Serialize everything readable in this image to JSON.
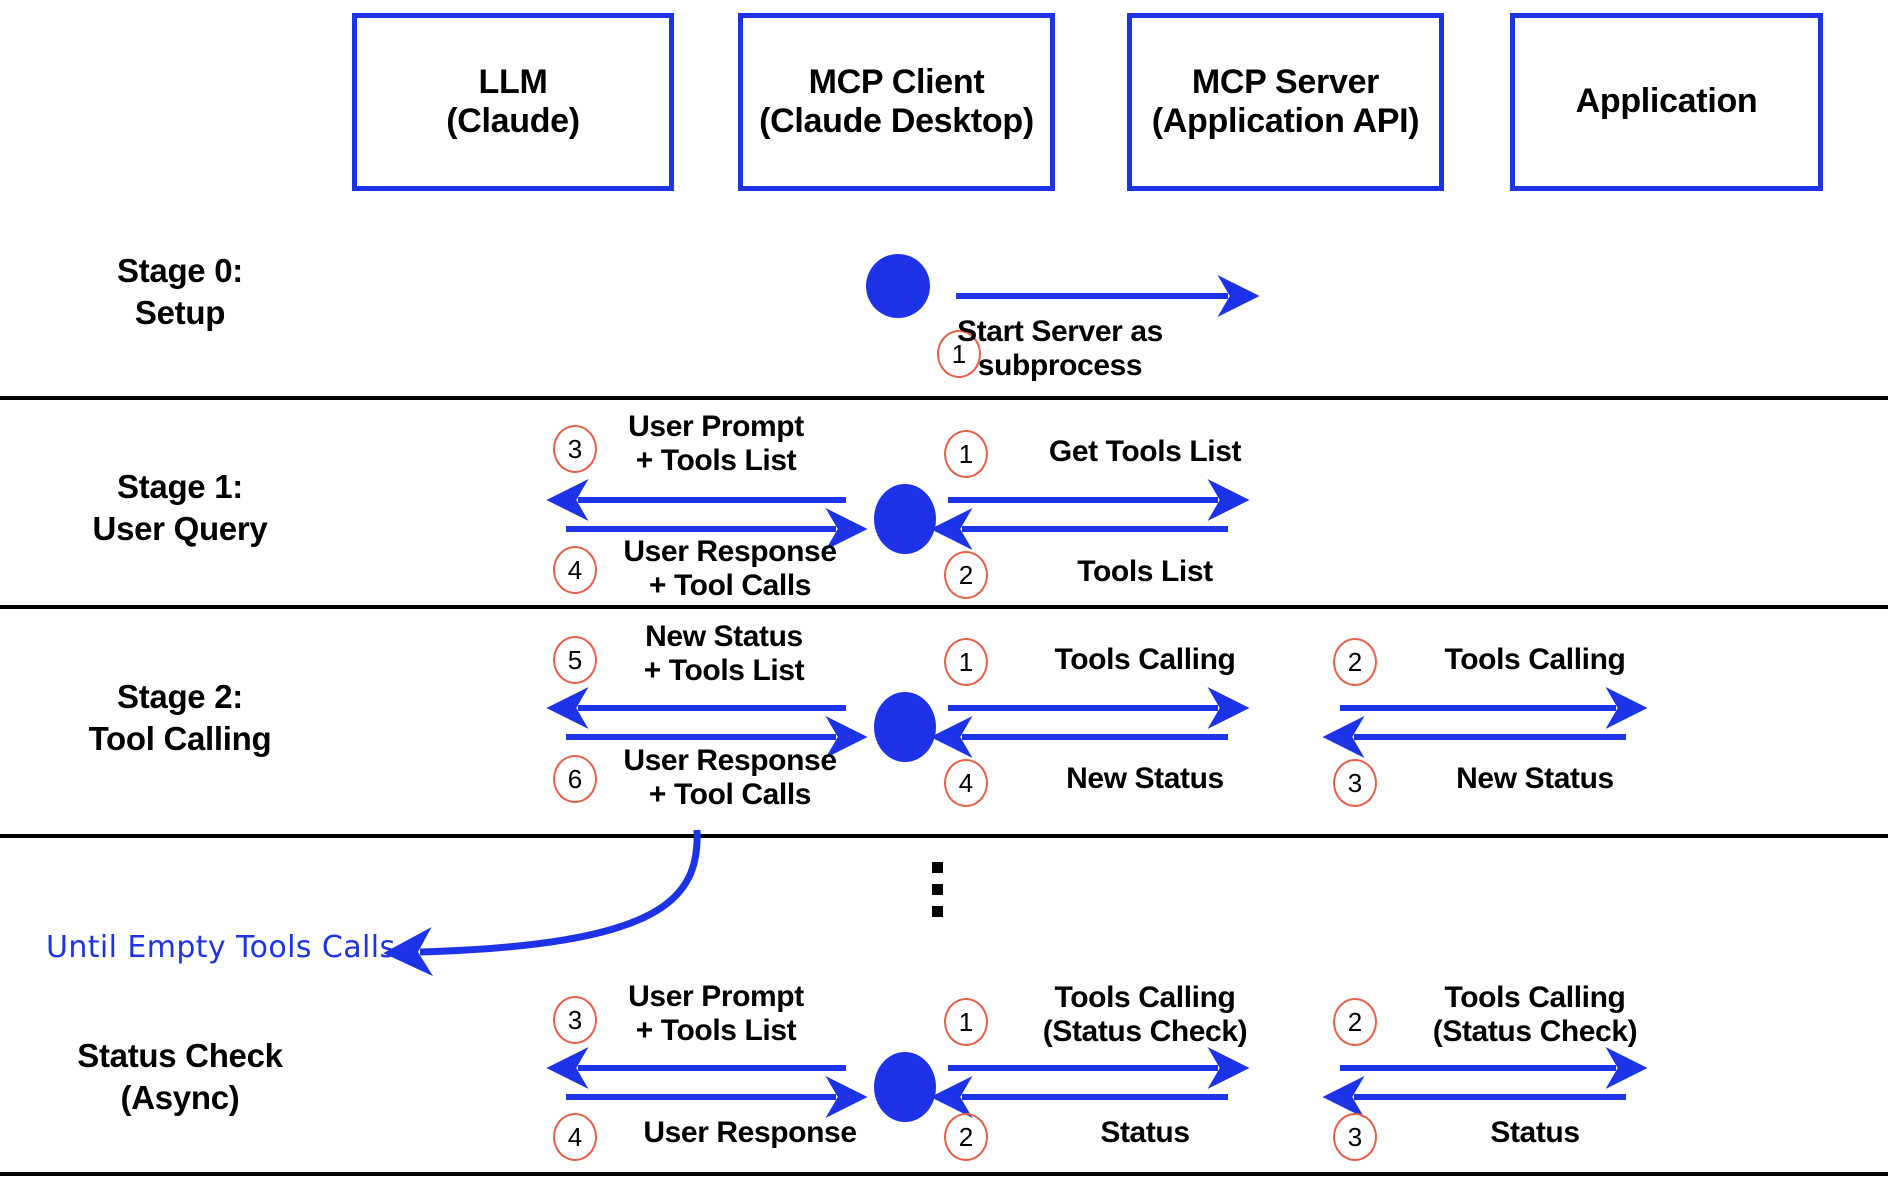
{
  "colors": {
    "blue": "#1c33e8",
    "marker_red": "#e8604a",
    "divider": "#000000",
    "background": "#ffffff"
  },
  "actors": [
    {
      "id": "llm",
      "line1": "LLM",
      "line2": "(Claude)"
    },
    {
      "id": "mcp-client",
      "line1": "MCP Client",
      "line2": "(Claude Desktop)"
    },
    {
      "id": "mcp-server",
      "line1": "MCP Server",
      "line2": "(Application API)"
    },
    {
      "id": "application",
      "line1": "Application",
      "line2": ""
    }
  ],
  "stages": [
    {
      "id": "stage-0",
      "label_line1": "Stage 0:",
      "label_line2": "Setup",
      "messages": [
        {
          "num": "1",
          "line1": "Start Server as",
          "line2": "subprocess",
          "direction": "right",
          "lane": "client-server"
        }
      ]
    },
    {
      "id": "stage-1",
      "label_line1": "Stage 1:",
      "label_line2": "User Query",
      "messages": [
        {
          "num": "3",
          "line1": "User Prompt",
          "line2": "+ Tools List",
          "direction": "left",
          "lane": "llm-client"
        },
        {
          "num": "4",
          "line1": "User Response",
          "line2": "+ Tool Calls",
          "direction": "right",
          "lane": "llm-client"
        },
        {
          "num": "1",
          "line1": "Get Tools List",
          "line2": "",
          "direction": "right",
          "lane": "client-server"
        },
        {
          "num": "2",
          "line1": "Tools List",
          "line2": "",
          "direction": "left",
          "lane": "client-server"
        }
      ]
    },
    {
      "id": "stage-2",
      "label_line1": "Stage 2:",
      "label_line2": "Tool Calling",
      "messages": [
        {
          "num": "5",
          "line1": "New Status",
          "line2": "+ Tools List",
          "direction": "left",
          "lane": "llm-client"
        },
        {
          "num": "6",
          "line1": "User Response",
          "line2": "+ Tool Calls",
          "direction": "right",
          "lane": "llm-client"
        },
        {
          "num": "1",
          "line1": "Tools Calling",
          "line2": "",
          "direction": "right",
          "lane": "client-server"
        },
        {
          "num": "4",
          "line1": "New Status",
          "line2": "",
          "direction": "left",
          "lane": "client-server"
        },
        {
          "num": "2",
          "line1": "Tools Calling",
          "line2": "",
          "direction": "right",
          "lane": "server-app"
        },
        {
          "num": "3",
          "line1": "New Status",
          "line2": "",
          "direction": "left",
          "lane": "server-app"
        }
      ]
    },
    {
      "id": "status-check",
      "label_line1": "Status Check",
      "label_line2": "(Async)",
      "messages": [
        {
          "num": "3",
          "line1": "User Prompt",
          "line2": "+ Tools List",
          "direction": "left",
          "lane": "llm-client"
        },
        {
          "num": "4",
          "line1": "User Response",
          "line2": "",
          "direction": "right",
          "lane": "llm-client"
        },
        {
          "num": "1",
          "line1": "Tools Calling",
          "line2": "(Status Check)",
          "direction": "right",
          "lane": "client-server"
        },
        {
          "num": "2",
          "line1": "Status",
          "line2": "",
          "direction": "left",
          "lane": "client-server"
        },
        {
          "num": "2",
          "line1": "Tools Calling",
          "line2": "(Status Check)",
          "direction": "right",
          "lane": "server-app"
        },
        {
          "num": "3",
          "line1": "Status",
          "line2": "",
          "direction": "left",
          "lane": "server-app"
        }
      ]
    }
  ],
  "loop_note": {
    "text": "Until Empty Tools Calls"
  },
  "continuation": {
    "glyph": "vertical-ellipsis"
  }
}
